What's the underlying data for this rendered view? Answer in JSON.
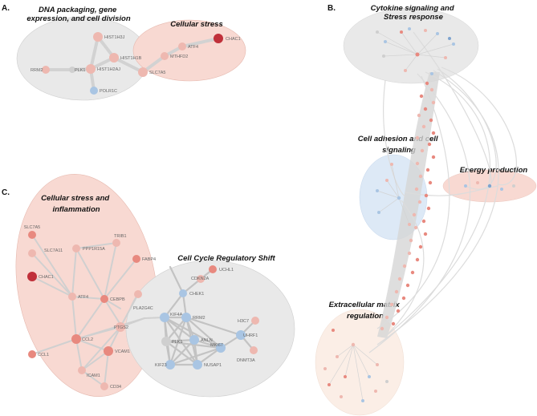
{
  "panels": [
    {
      "id": "A",
      "label": "A."
    },
    {
      "id": "B",
      "label": "B."
    },
    {
      "id": "C",
      "label": "C."
    }
  ],
  "groups": {
    "a_dna": [
      "DNA packaging, gene",
      "expression, and cell division"
    ],
    "a_stress": [
      "Cellular stress"
    ],
    "b_cytokine": [
      "Cytokine signaling and",
      "Stress response"
    ],
    "b_adhesion": [
      "Cell adhesion and cell",
      "signaling"
    ],
    "b_energy": [
      "Energy production"
    ],
    "b_ecm": [
      "Extracellular matrix",
      "regulation"
    ],
    "c_stress": [
      "Cellular stress and",
      "inflammation"
    ],
    "c_cycle": [
      "Cell Cycle Regulatory Shift"
    ]
  },
  "colors": {
    "grey_group": "#e9e9e9",
    "pink_group": "#f8d9d2",
    "blue_group": "#dde9f6",
    "peach_group": "#fbeee6",
    "edge": "#cfcfcf",
    "node_red_dark": "#c0303a",
    "node_red": "#e8897f",
    "node_pink": "#eeb8b0",
    "node_blue": "#a9c5e3",
    "node_grey": "#cfcfcf"
  },
  "panel_a": {
    "nodes": [
      {
        "id": "HIST1H3J",
        "tone": "node_pink"
      },
      {
        "id": "HIST1H1B",
        "tone": "node_pink"
      },
      {
        "id": "HIST1H2AJ",
        "tone": "node_pink"
      },
      {
        "id": "RRM2",
        "tone": "node_pink"
      },
      {
        "id": "PLK1",
        "tone": "node_grey"
      },
      {
        "id": "POLR1C",
        "tone": "node_blue"
      },
      {
        "id": "SLC7A5",
        "tone": "node_pink"
      },
      {
        "id": "MTHFD2",
        "tone": "node_pink"
      },
      {
        "id": "ATF4",
        "tone": "node_pink"
      },
      {
        "id": "CHAC1",
        "tone": "node_red_dark"
      }
    ]
  },
  "panel_c": {
    "nodes": [
      {
        "id": "SLC7A5",
        "tone": "node_pink"
      },
      {
        "id": "SLC7A11",
        "tone": "node_pink"
      },
      {
        "id": "PPP1R15A",
        "tone": "node_pink"
      },
      {
        "id": "TRIB1",
        "tone": "node_pink"
      },
      {
        "id": "FABP4",
        "tone": "node_red"
      },
      {
        "id": "CHAC1",
        "tone": "node_red_dark"
      },
      {
        "id": "ATF4",
        "tone": "node_pink"
      },
      {
        "id": "CEBPB",
        "tone": "node_pink"
      },
      {
        "id": "PLA2G4C",
        "tone": "node_pink"
      },
      {
        "id": "CCL2",
        "tone": "node_red"
      },
      {
        "id": "PTGS2",
        "tone": "node_pink"
      },
      {
        "id": "CCL1",
        "tone": "node_red"
      },
      {
        "id": "VCAM1",
        "tone": "node_red"
      },
      {
        "id": "ICAM1",
        "tone": "node_pink"
      },
      {
        "id": "CD34",
        "tone": "node_pink"
      },
      {
        "id": "UCHL1",
        "tone": "node_red"
      },
      {
        "id": "CDKN2A",
        "tone": "node_pink"
      },
      {
        "id": "CHEK1",
        "tone": "node_blue"
      },
      {
        "id": "KIF4A",
        "tone": "node_blue"
      },
      {
        "id": "RRM2",
        "tone": "node_blue"
      },
      {
        "id": "PLK1",
        "tone": "node_grey"
      },
      {
        "id": "ANLN",
        "tone": "node_blue"
      },
      {
        "id": "MKI67",
        "tone": "node_blue"
      },
      {
        "id": "UHRF1",
        "tone": "node_blue"
      },
      {
        "id": "H3C7",
        "tone": "node_pink"
      },
      {
        "id": "DNMT3A",
        "tone": "node_pink"
      },
      {
        "id": "KIF23",
        "tone": "node_blue"
      },
      {
        "id": "NUSAP1",
        "tone": "node_blue"
      }
    ]
  }
}
